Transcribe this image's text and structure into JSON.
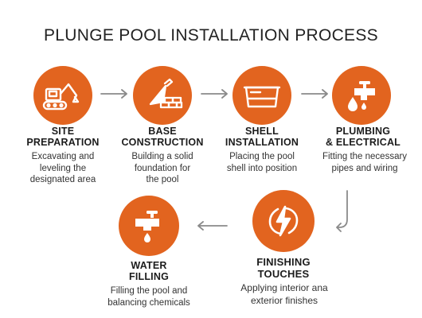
{
  "title": "PLUNGE POOL INSTALLATION PROCESS",
  "steps": [
    {
      "title": "SITE\nPREPARATION",
      "description": "Excavating and\nleveling the\ndesignated area",
      "icon": "excavator-icon"
    },
    {
      "title": "BASE\nCONSTRUCTION",
      "description": "Building a solid\nfoundation for\nthe pool",
      "icon": "trowel-bricks-icon"
    },
    {
      "title": "SHELL\nINSTALLATION",
      "description": "Placing the pool\nshell into position",
      "icon": "pool-shell-icon"
    },
    {
      "title": "PLUMBING\n& ELECTRICAL",
      "description": "Fitting the necessary\npipes and wiring",
      "icon": "faucet-drop-icon"
    },
    {
      "title": "FINISHING\nTOUCHES",
      "description": "Applying interior ana\nexterior finishes",
      "icon": "lightning-icon"
    },
    {
      "title": "WATER\nFILLING",
      "description": "Filling the pool and\nbalancing chemicals",
      "icon": "tap-water-icon"
    }
  ],
  "colors": {
    "accent": "#e2641f",
    "arrow": "#8a8a8a",
    "text": "#1f1f1f"
  }
}
